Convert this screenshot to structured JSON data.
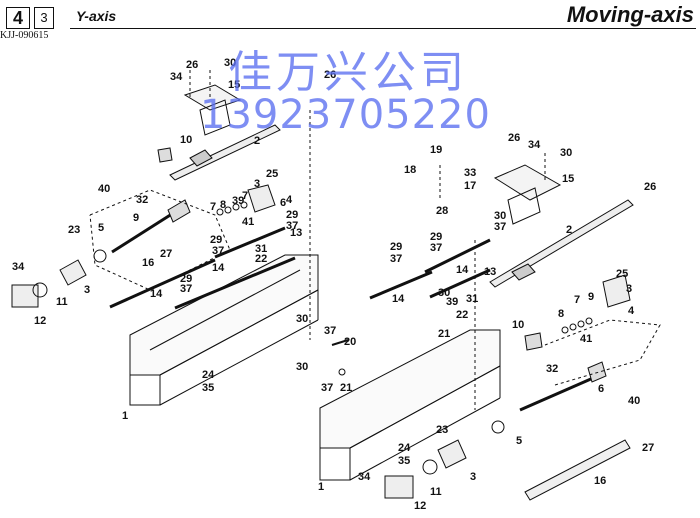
{
  "header": {
    "page_number": "4",
    "sub_number": "3",
    "document_code": "KJJ-090615",
    "section_title": "Y-axis",
    "assembly_title": "Moving-axis"
  },
  "watermark": {
    "company": "佳万兴公司",
    "phone": "13923705220",
    "color": "#5b6ff0"
  },
  "callouts": {
    "left": [
      "34",
      "26",
      "30",
      "15",
      "26",
      "10",
      "2",
      "40",
      "32",
      "25",
      "3",
      "7",
      "8",
      "39",
      "7",
      "9",
      "6",
      "4",
      "29",
      "37",
      "5",
      "23",
      "41",
      "13",
      "29",
      "37",
      "31",
      "22",
      "27",
      "14",
      "34",
      "16",
      "11",
      "3",
      "29",
      "37",
      "14",
      "12",
      "30",
      "37",
      "20",
      "30",
      "24",
      "35",
      "37",
      "21",
      "1"
    ],
    "right": [
      "19",
      "18",
      "33",
      "17",
      "28",
      "26",
      "34",
      "30",
      "15",
      "26",
      "30",
      "37",
      "29",
      "37",
      "2",
      "29",
      "37",
      "14",
      "13",
      "25",
      "3",
      "30",
      "22",
      "14",
      "39",
      "31",
      "7",
      "9",
      "8",
      "4",
      "21",
      "10",
      "41",
      "32",
      "6",
      "40",
      "23",
      "24",
      "35",
      "5",
      "27",
      "34",
      "11",
      "3",
      "1",
      "12",
      "16"
    ]
  }
}
